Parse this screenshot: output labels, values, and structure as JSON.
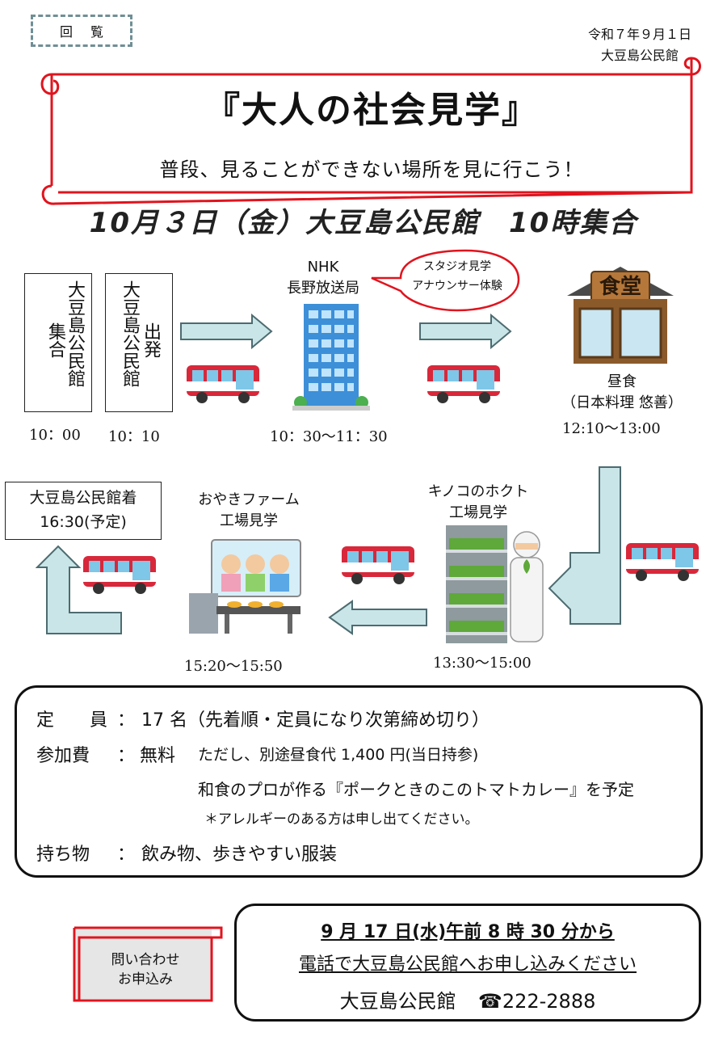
{
  "header": {
    "circulation": [
      "回",
      "覧"
    ],
    "date": "令和７年９月１日",
    "org": "大豆島公民館"
  },
  "title": "『大人の社会見学』",
  "subtitle": "普段、見ることができない場所を見に行こう！",
  "event_line": "10月３日（金）大豆島公民館　10時集合",
  "schedule": {
    "gather": {
      "text": "大豆島公民館　集合",
      "col1": "大豆島公民館",
      "col2": "集合",
      "time": "10：00"
    },
    "depart": {
      "col1": "大豆島公民館",
      "col2": "出発",
      "time": "10：10"
    },
    "nhk": {
      "line1": "NHK",
      "line2": "長野放送局",
      "bubble1": "スタジオ見学",
      "bubble2": "アナウンサー体験",
      "time": "10：30～11：30"
    },
    "lunch": {
      "sign": "食堂",
      "line1": "昼食",
      "line2": "（日本料理 悠善）",
      "time": "12:10～13:00"
    },
    "hokuto": {
      "line1": "キノコのホクト",
      "line2": "工場見学",
      "time": "13:30～15:00"
    },
    "oyaki": {
      "line1": "おやきファーム",
      "line2": "工場見学",
      "time": "15:20～15:50"
    },
    "arrive": {
      "line1": "大豆島公民館着",
      "line2": "16:30(予定)"
    }
  },
  "info": {
    "capacity_label": "定　　員",
    "capacity_value": "17 名（先着順・定員になり次第締め切り）",
    "fee_label": "参加費",
    "fee_value": "無料",
    "fee_note1": "ただし、別途昼食代 1,400 円(当日持参)",
    "fee_note2": "和食のプロが作る『ポークときのこのトマトカレー』を予定",
    "fee_note3": "＊アレルギーのある方は申し出てください。",
    "bring_label": "持ち物",
    "bring_value": "飲み物、歩きやすい服装",
    "colon": "："
  },
  "contact": {
    "tag1": "問い合わせ",
    "tag2": "お申込み",
    "line1": "9 月 17 日(水)午前 8 時 30 分から",
    "line2": "電話で大豆島公民館へお申し込みください",
    "phone_org": "大豆島公民館",
    "phone_icon": "☎",
    "phone": "222-2888"
  },
  "colors": {
    "accent_red": "#e0141e",
    "arrow_fill": "#c9e5e8",
    "arrow_stroke": "#4d6b70"
  }
}
